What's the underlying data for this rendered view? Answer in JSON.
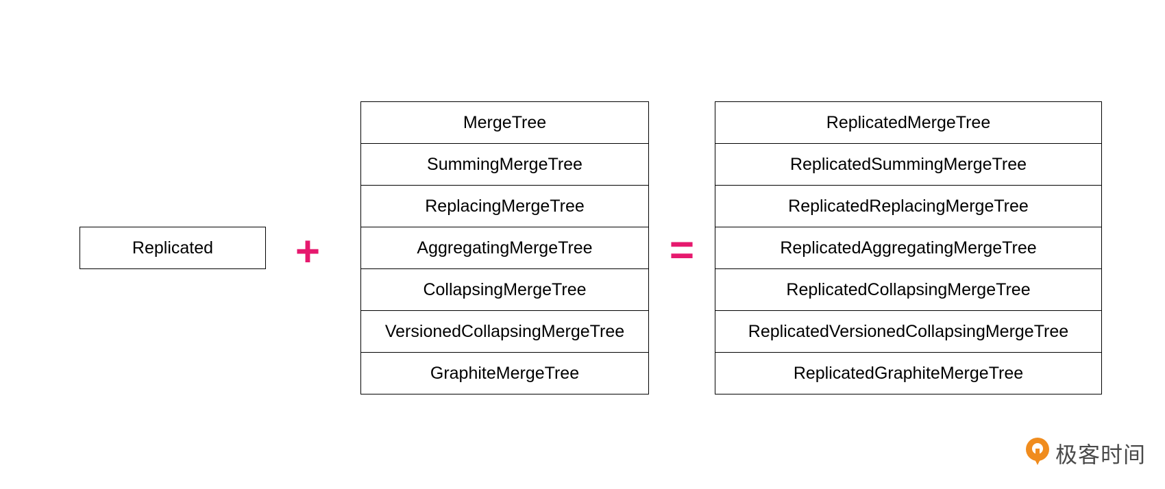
{
  "left_box": {
    "label": "Replicated"
  },
  "plus_operator": "+",
  "equals_operator": "=",
  "engines": [
    "MergeTree",
    "SummingMergeTree",
    "ReplacingMergeTree",
    "AggregatingMergeTree",
    "CollapsingMergeTree",
    "VersionedCollapsingMergeTree",
    "GraphiteMergeTree"
  ],
  "replicated_engines": [
    "ReplicatedMergeTree",
    "ReplicatedSummingMergeTree",
    "ReplicatedReplacingMergeTree",
    "ReplicatedAggregatingMergeTree",
    "ReplicatedCollapsingMergeTree",
    "ReplicatedVersionedCollapsingMergeTree",
    "ReplicatedGraphiteMergeTree"
  ],
  "logo": {
    "text": "极客时间",
    "accent_color": "#f08c1e"
  },
  "operator_color": "#e6196e"
}
